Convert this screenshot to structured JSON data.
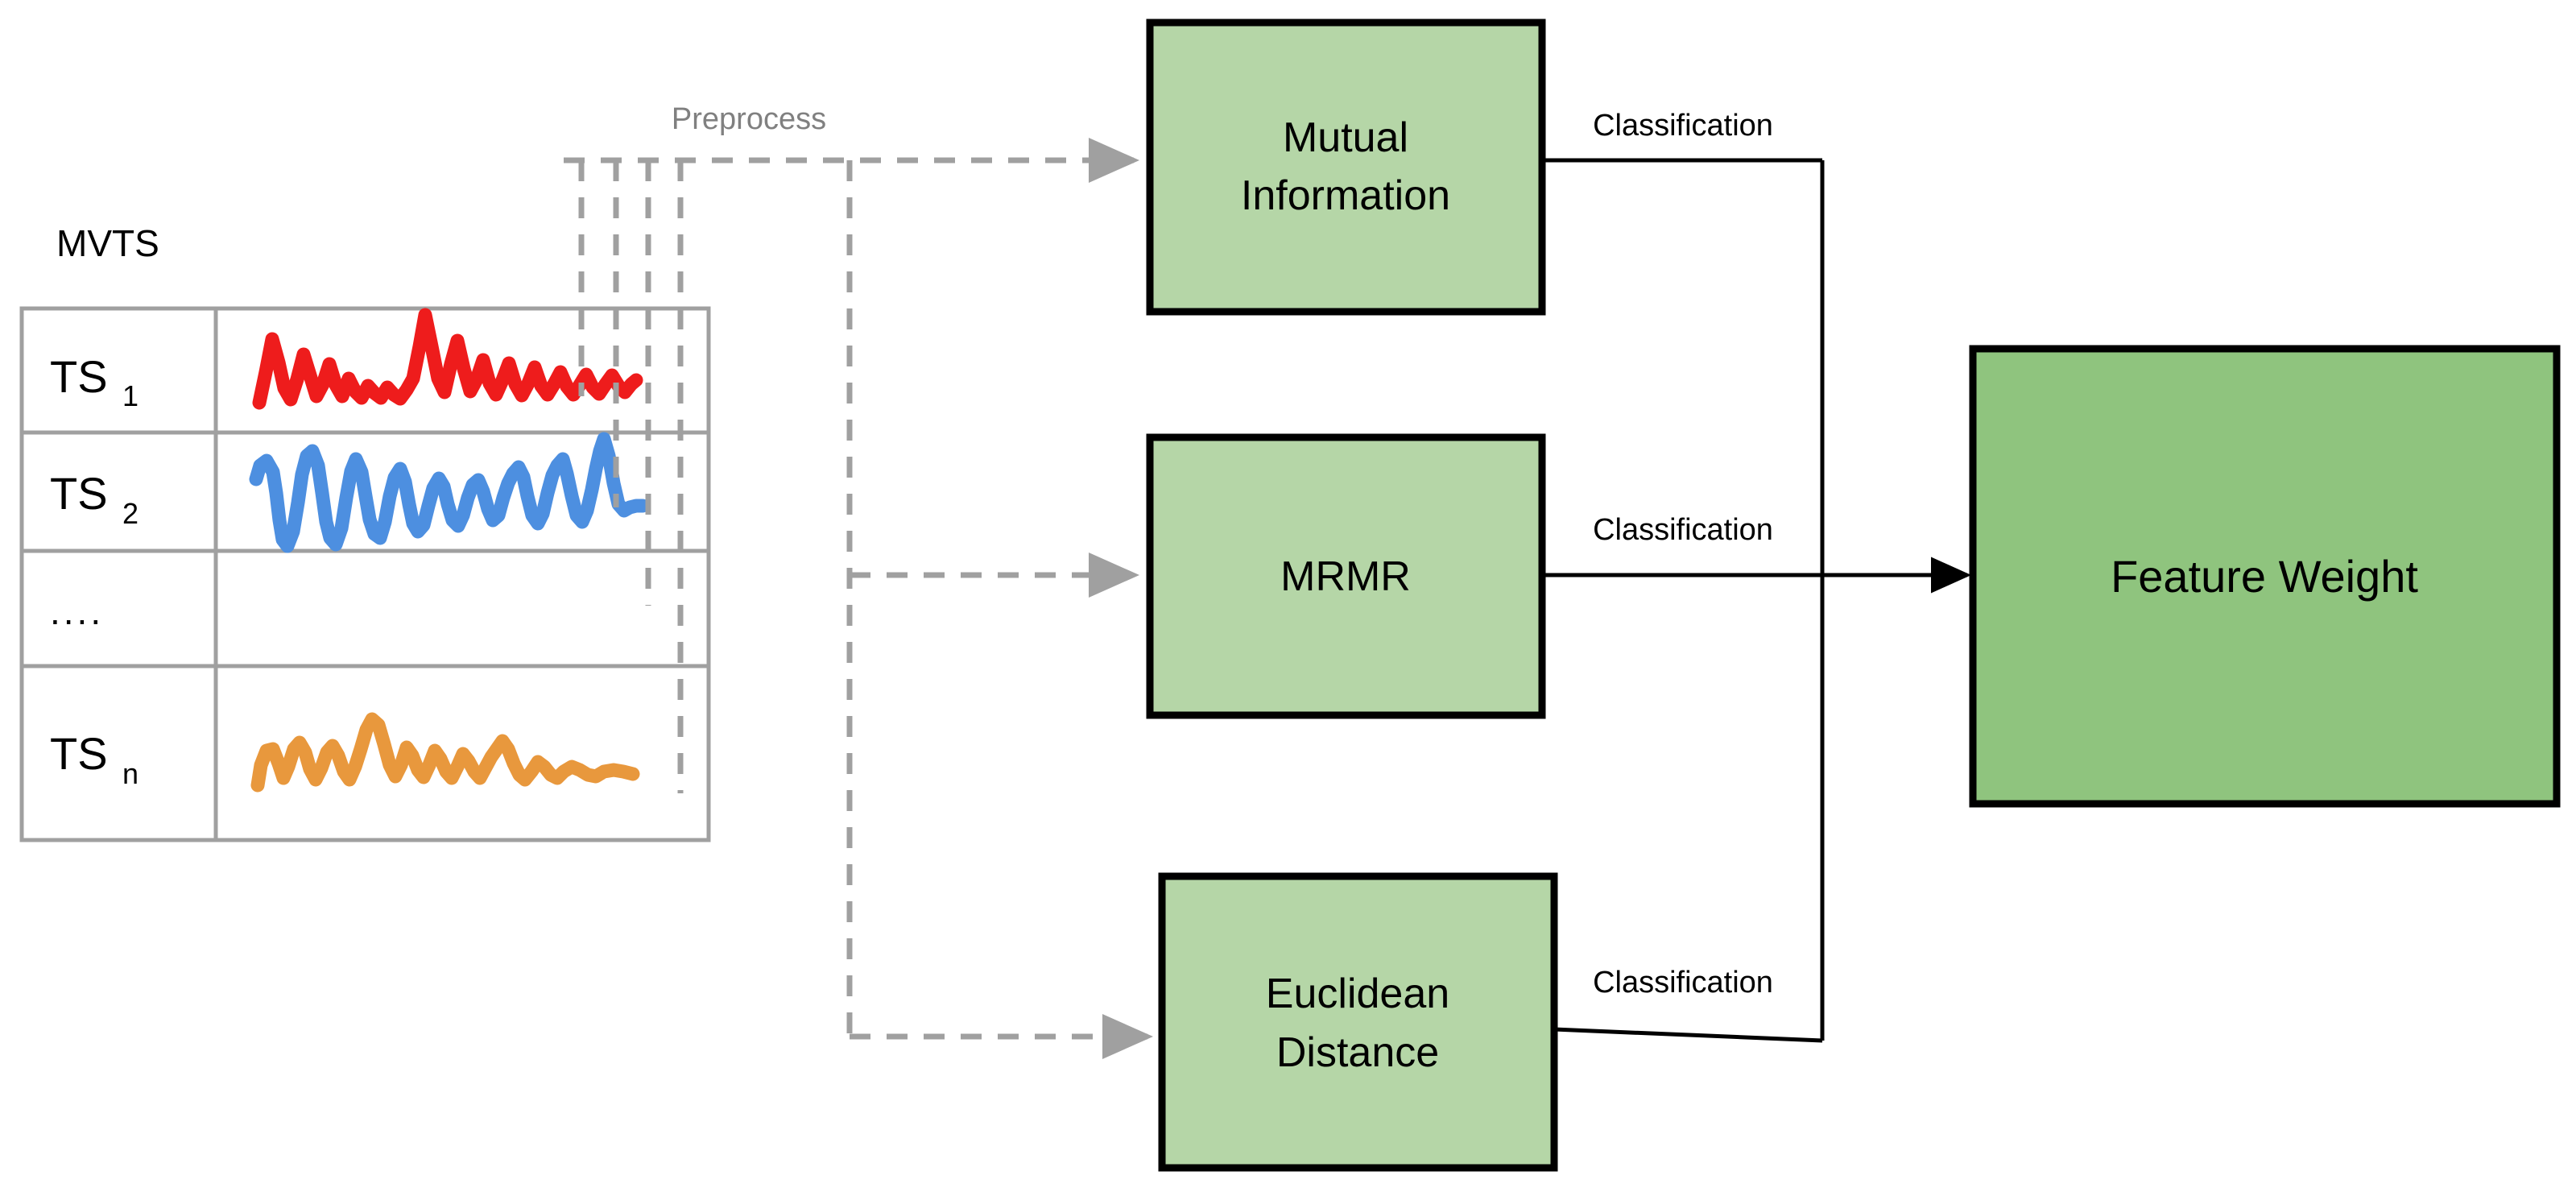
{
  "diagram": {
    "title_label": "MVTS",
    "preprocess_label": "Preprocess",
    "table": {
      "rows": [
        {
          "name": "TS",
          "subscript": "1",
          "series_color": "#ee1c1c",
          "has_series": true
        },
        {
          "name": "TS",
          "subscript": "2",
          "series_color": "#4d8fe0",
          "has_series": true
        },
        {
          "name": "....",
          "subscript": "",
          "series_color": "",
          "has_series": false
        },
        {
          "name": "TS",
          "subscript": "n",
          "series_color": "#e8983d",
          "has_series": true
        }
      ]
    },
    "methods": [
      {
        "id": "mutual-information",
        "line1": "Mutual",
        "line2": "Information",
        "edge_label": "Classification"
      },
      {
        "id": "mrmr",
        "line1": "MRMR",
        "line2": "",
        "edge_label": "Classification"
      },
      {
        "id": "euclidean-distance",
        "line1": "Euclidean",
        "line2": "Distance",
        "edge_label": "Classification"
      }
    ],
    "result": {
      "label": "Feature Weight"
    },
    "colors": {
      "method_box_fill": "#b5d6a7",
      "result_box_fill": "#8fc47e",
      "box_border": "#000000",
      "table_border": "#a0a0a0",
      "dashed_flow": "#a0a0a0",
      "solid_flow": "#000000",
      "preprocess_text": "#808080",
      "series_1": "#ee1c1c",
      "series_2": "#4d8fe0",
      "series_n": "#e8983d"
    }
  }
}
